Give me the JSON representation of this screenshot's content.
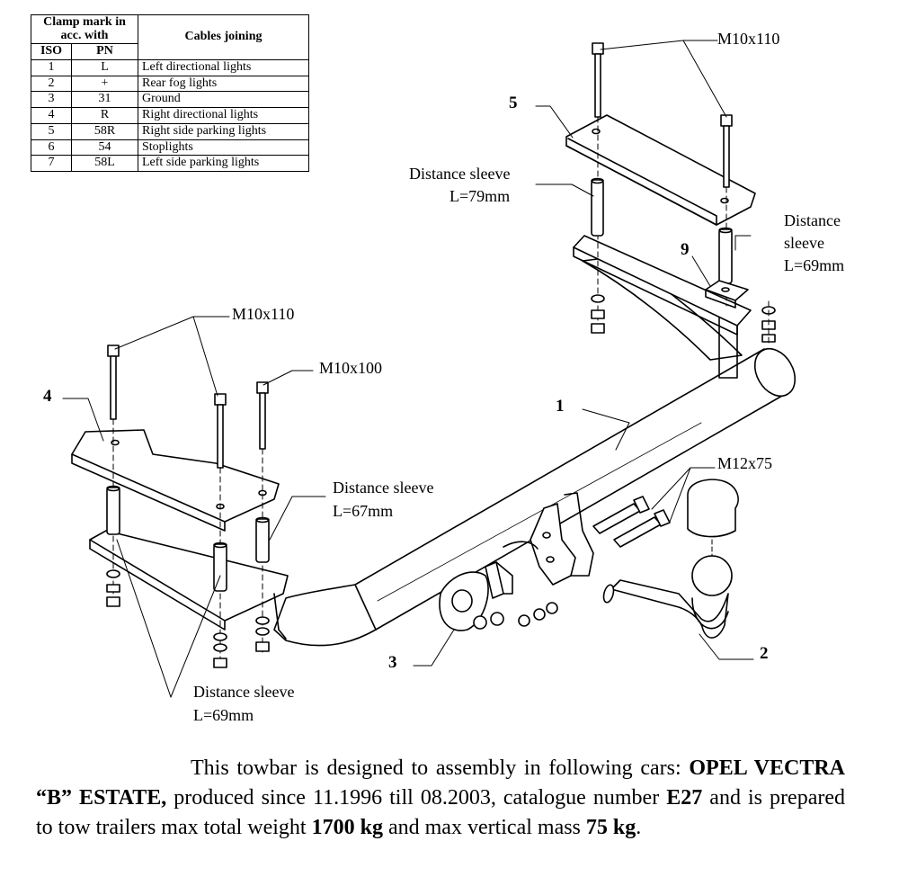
{
  "table": {
    "header": {
      "clamp_mark": "Clamp mark in acc. with",
      "cables": "Cables joining",
      "iso": "ISO",
      "pn": "PN"
    },
    "rows": [
      {
        "iso": "1",
        "pn": "L",
        "cable": "Left directional lights"
      },
      {
        "iso": "2",
        "pn": "+",
        "cable": "Rear fog lights"
      },
      {
        "iso": "3",
        "pn": "31",
        "cable": "Ground"
      },
      {
        "iso": "4",
        "pn": "R",
        "cable": "Right directional lights"
      },
      {
        "iso": "5",
        "pn": "58R",
        "cable": "Right side parking lights"
      },
      {
        "iso": "6",
        "pn": "54",
        "cable": "Stoplights"
      },
      {
        "iso": "7",
        "pn": "58L",
        "cable": "Left side parking lights"
      }
    ]
  },
  "labels": {
    "bolt_top_right": "M10x110",
    "sleeve_79_a": "Distance sleeve",
    "sleeve_79_b": "L=79mm",
    "sleeve_69r_a": "Distance",
    "sleeve_69r_b": "sleeve",
    "sleeve_69r_c": "L=69mm",
    "bolt_left_110": "M10x110",
    "bolt_left_100": "M10x100",
    "sleeve_67_a": "Distance sleeve",
    "sleeve_67_b": "L=67mm",
    "bolt_m12": "M12x75",
    "sleeve_69l_a": "Distance sleeve",
    "sleeve_69l_b": "L=69mm"
  },
  "part_numbers": {
    "p1": "1",
    "p2": "2",
    "p3": "3",
    "p4": "4",
    "p5": "5",
    "p9": "9"
  },
  "description": {
    "t1": "This towbar is designed to assembly in following cars:",
    "car": "OPEL VECTRA “B” ESTATE,",
    "t2": " produced since 11.1996 till 08.2003, catalogue number ",
    "catalog": "E27",
    "t3": " and is prepared to tow trailers max total weight ",
    "weight": "1700 kg",
    "t4": " and max vertical mass ",
    "vmass": "75 kg",
    "t5": "."
  }
}
